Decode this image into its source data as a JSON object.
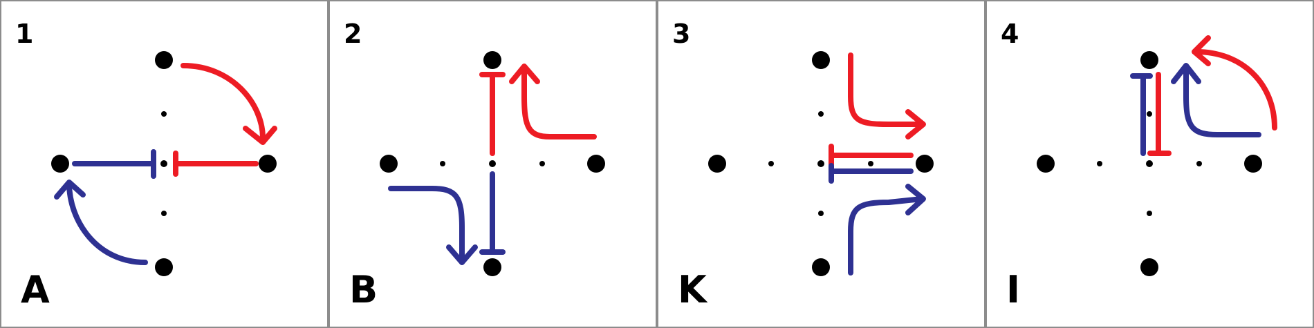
{
  "colors": {
    "red": "#ed1c24",
    "blue": "#2e3192",
    "ink": "#000000",
    "frame": "#8c8c8c"
  },
  "panels": [
    {
      "number": "1",
      "letter": "A"
    },
    {
      "number": "2",
      "letter": "B"
    },
    {
      "number": "3",
      "letter": "K"
    },
    {
      "number": "4",
      "letter": "I"
    }
  ]
}
